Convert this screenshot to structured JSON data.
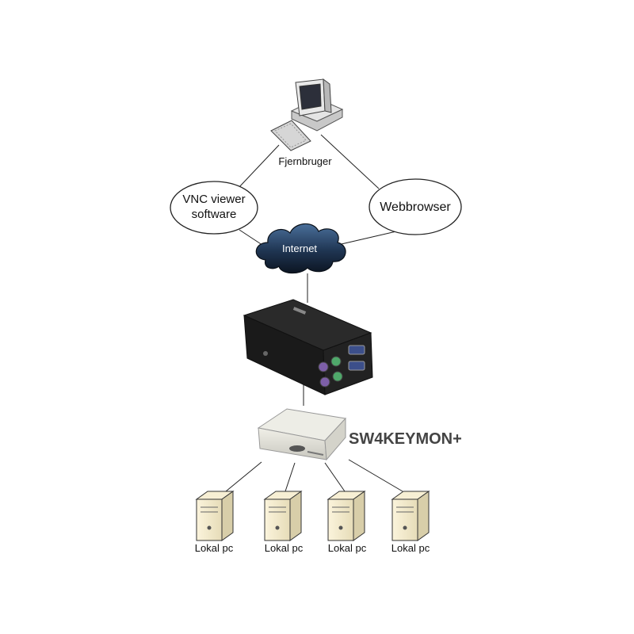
{
  "labels": {
    "remote_user": "Fjernbruger",
    "vnc_line1": "VNC viewer",
    "vnc_line2": "software",
    "browser": "Webbrowser",
    "internet": "Internet",
    "switch": "SW4KEYMON+",
    "local_pcs": [
      "Lokal pc",
      "Lokal pc",
      "Lokal pc",
      "Lokal pc"
    ]
  },
  "icons": {
    "remote_computer": "desktop-computer-icon",
    "cloud": "cloud-icon",
    "kvm_device": "kvm-over-ip-device-icon",
    "switch": "kvm-switch-icon",
    "local_pc": "tower-pc-icon"
  }
}
